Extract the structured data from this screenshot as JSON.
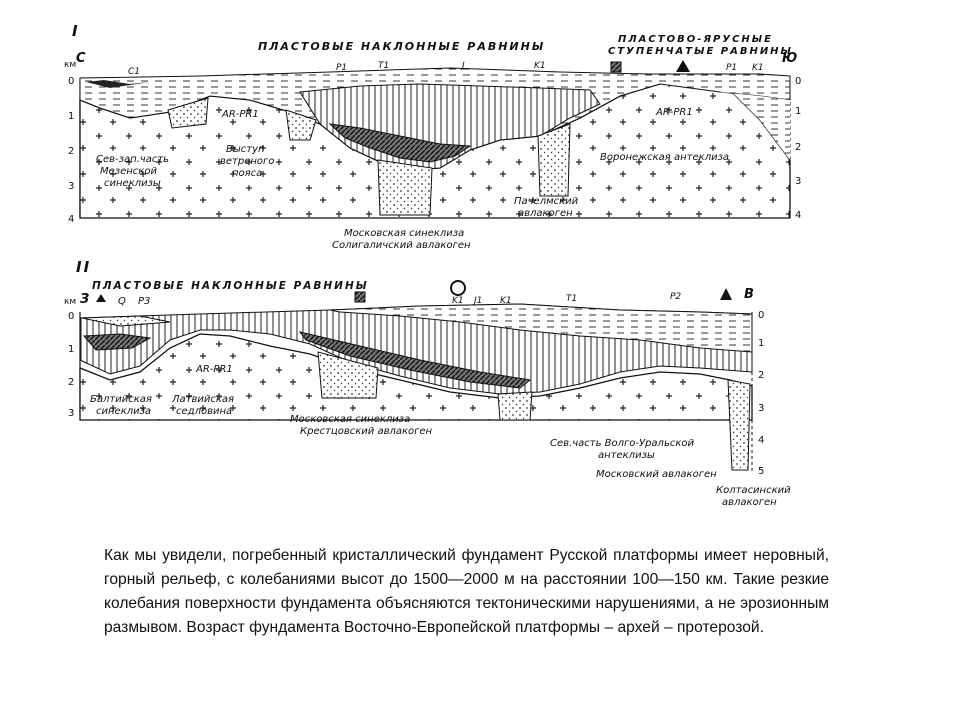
{
  "profile1": {
    "roman": "I",
    "header_left": "ПЛАСТОВЫЕ НАКЛОННЫЕ РАВНИНЫ",
    "header_right_1": "ПЛАСТОВО-ЯРУСНЫЕ",
    "header_right_2": "СТУПЕНЧАТЫЕ РАВНИНЫ",
    "dir_left": "С",
    "dir_right": "Ю",
    "km": "км",
    "scale_left": [
      "0",
      "1",
      "2",
      "3",
      "4"
    ],
    "scale_right": [
      "0",
      "1",
      "2",
      "3",
      "4"
    ],
    "strata": [
      "C1",
      "P1",
      "T1",
      "J",
      "K1",
      "P1",
      "K1"
    ],
    "basement_1": "AR-PR1",
    "basement_2": "AR-PR1",
    "labels": {
      "mezen_1": "Сев-зап.часть",
      "mezen_2": "Мезенской",
      "mezen_3": "синеклизы",
      "vystup_1": "Выступ",
      "vystup_2": "ветреного",
      "vystup_3": "пояса",
      "voronezh": "Воронежская антеклиза",
      "pachelma_1": "Пачелмский",
      "pachelma_2": "авлакоген",
      "moscow_1": "Московская синеклиза",
      "moscow_2": "Солигаличский авлакоген"
    }
  },
  "profile2": {
    "roman": "II",
    "header_left": "ПЛАСТОВЫЕ НАКЛОННЫЕ РАВНИНЫ",
    "dir_left": "З",
    "dir_right": "В",
    "km": "км",
    "scale_left": [
      "0",
      "1",
      "2",
      "3"
    ],
    "scale_right": [
      "0",
      "1",
      "2",
      "3",
      "4",
      "5"
    ],
    "strata": [
      "Q",
      "P3",
      "K1",
      "J1",
      "K1",
      "T1",
      "P2"
    ],
    "basement": "AR-PR1",
    "labels": {
      "baltic_1": "Балтийская",
      "baltic_2": "синеклиза",
      "latvia_1": "Латвийская",
      "latvia_2": "седловина",
      "moscow_1": "Московская синеклиза",
      "moscow_2": "Крестцовский авлакоген",
      "volga_1": "Сев.часть Волго-Уральской",
      "volga_2": "антеклизы",
      "moscow_avl": "Московский авлакоген",
      "koltasy_1": "Колтасинский",
      "koltasy_2": "авлакоген"
    }
  },
  "caption": "Как мы увидели, погребенный кристаллический фундамент Русской платформы имеет неровный, горный рельеф, с колебаниями высот до 1500—2000 м на расстоянии 100—150 км. Такие резкие колебания поверхности фундамента объясняются тектоническими нарушениями, а не эрозионным размывом. Возраст фундамента Восточно-Европейской платформы – архей – протерозой."
}
